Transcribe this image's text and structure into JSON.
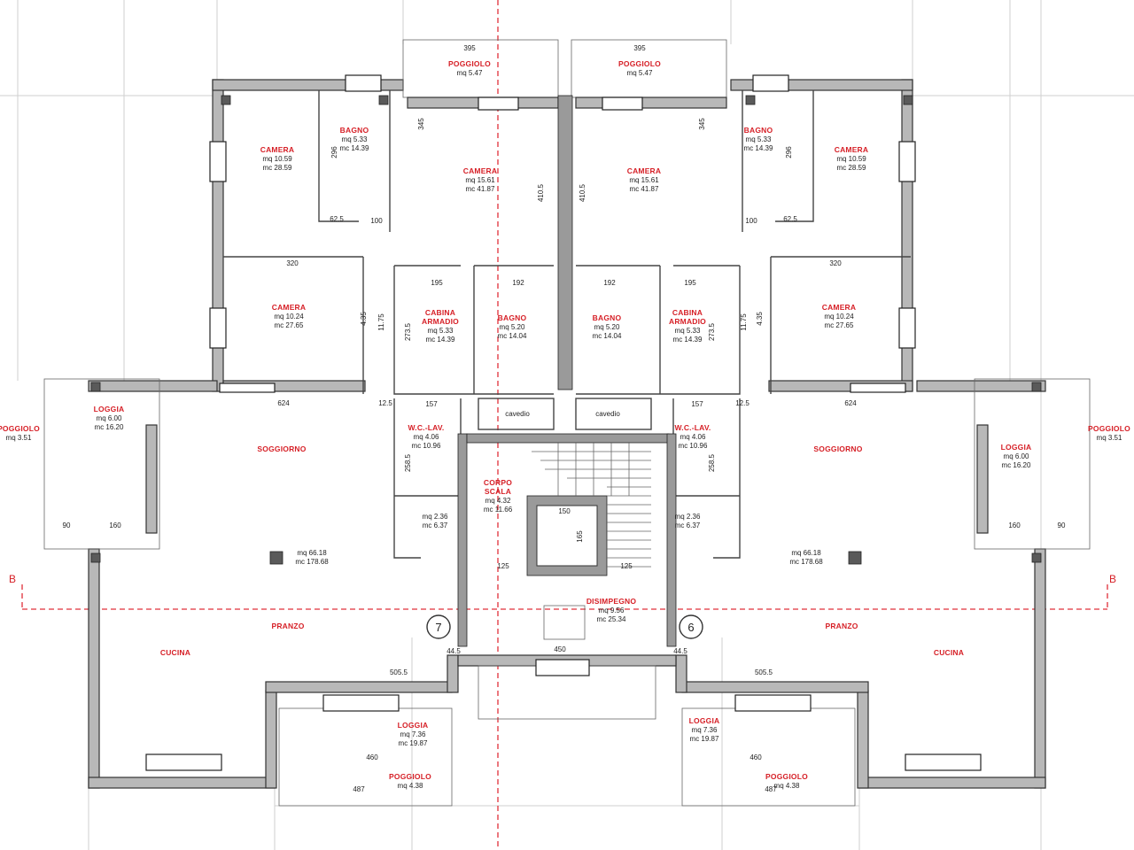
{
  "axis_labels": [
    "B",
    "B"
  ],
  "grid_markers": [
    "7",
    "6"
  ],
  "rooms": [
    {
      "id": "poggiolo-top-left",
      "title": "POGGIOLO",
      "lines": [
        "mq 5.47"
      ]
    },
    {
      "id": "poggiolo-top-right",
      "title": "POGGIOLO",
      "lines": [
        "mq 5.47"
      ]
    },
    {
      "id": "camera-nw",
      "title": "CAMERA",
      "lines": [
        "mq 10.59",
        "mc 28.59"
      ]
    },
    {
      "id": "bagno-nw",
      "title": "BAGNO",
      "lines": [
        "mq 5.33",
        "mc 14.39"
      ]
    },
    {
      "id": "camera-n-left",
      "title": "CAMERA",
      "lines": [
        "mq 15.61",
        "mc 41.87"
      ]
    },
    {
      "id": "camera-n-right",
      "title": "CAMERA",
      "lines": [
        "mq 15.61",
        "mc 41.87"
      ]
    },
    {
      "id": "bagno-ne",
      "title": "BAGNO",
      "lines": [
        "mq 5.33",
        "mc 14.39"
      ]
    },
    {
      "id": "camera-ne",
      "title": "CAMERA",
      "lines": [
        "mq 10.59",
        "mc 28.59"
      ]
    },
    {
      "id": "camera-w",
      "title": "CAMERA",
      "lines": [
        "mq 10.24",
        "mc 27.65"
      ]
    },
    {
      "id": "cabina-left",
      "title": "CABINA",
      "title2": "ARMADIO",
      "lines": [
        "mq 5.33",
        "mc 14.39"
      ]
    },
    {
      "id": "bagno-mid-left",
      "title": "BAGNO",
      "lines": [
        "mq 5.20",
        "mc 14.04"
      ]
    },
    {
      "id": "bagno-mid-right",
      "title": "BAGNO",
      "lines": [
        "mq 5.20",
        "mc 14.04"
      ]
    },
    {
      "id": "cabina-right",
      "title": "CABINA",
      "title2": "ARMADIO",
      "lines": [
        "mq 5.33",
        "mc 14.39"
      ]
    },
    {
      "id": "camera-e",
      "title": "CAMERA",
      "lines": [
        "mq 10.24",
        "mc 27.65"
      ]
    },
    {
      "id": "loggia-w",
      "title": "LOGGIA",
      "lines": [
        "mq 6.00",
        "mc 16.20"
      ]
    },
    {
      "id": "loggia-e",
      "title": "LOGGIA",
      "lines": [
        "mq 6.00",
        "mc 16.20"
      ]
    },
    {
      "id": "poggiolo-w",
      "title": "POGGIOLO",
      "lines": [
        "mq 3.51"
      ]
    },
    {
      "id": "poggiolo-e",
      "title": "POGGIOLO",
      "lines": [
        "mq 3.51"
      ]
    },
    {
      "id": "wc-left",
      "title": "W.C.-LAV.",
      "lines": [
        "mq 4.06",
        "mc 10.96"
      ]
    },
    {
      "id": "wc-right",
      "title": "W.C.-LAV.",
      "lines": [
        "mq 4.06",
        "mc 10.96"
      ]
    },
    {
      "id": "rip-left",
      "title": "",
      "lines": [
        "mq 2.36",
        "mc 6.37"
      ]
    },
    {
      "id": "rip-right",
      "title": "",
      "lines": [
        "mq 2.36",
        "mc 6.37"
      ]
    },
    {
      "id": "corpo-scala",
      "title": "CORPO",
      "title2": "SCALA",
      "lines": [
        "mq 4.32",
        "mc 11.66"
      ]
    },
    {
      "id": "disimpegno",
      "title": "DISIMPEGNO",
      "lines": [
        "mq 9.56",
        "mc 25.34"
      ]
    },
    {
      "id": "soggiorno-w",
      "title": "SOGGIORNO",
      "lines": []
    },
    {
      "id": "soggiorno-e",
      "title": "SOGGIORNO",
      "lines": []
    },
    {
      "id": "living-area-w",
      "title": "",
      "lines": [
        "mq 66.18",
        "mc 178.68"
      ]
    },
    {
      "id": "living-area-e",
      "title": "",
      "lines": [
        "mq 66.18",
        "mc 178.68"
      ]
    },
    {
      "id": "pranzo-w",
      "title": "PRANZO",
      "lines": []
    },
    {
      "id": "pranzo-e",
      "title": "PRANZO",
      "lines": []
    },
    {
      "id": "cucina-w",
      "title": "CUCINA",
      "lines": []
    },
    {
      "id": "cucina-e",
      "title": "CUCINA",
      "lines": []
    },
    {
      "id": "loggia-sw",
      "title": "LOGGIA",
      "lines": [
        "mq 7.36",
        "mc 19.87"
      ]
    },
    {
      "id": "loggia-se",
      "title": "LOGGIA",
      "lines": [
        "mq 7.36",
        "mc 19.87"
      ]
    },
    {
      "id": "poggiolo-sw",
      "title": "POGGIOLO",
      "lines": [
        "mq 4.38"
      ]
    },
    {
      "id": "poggiolo-se",
      "title": "POGGIOLO",
      "lines": [
        "mq 4.38"
      ]
    },
    {
      "id": "cavedio-left",
      "title": "",
      "lines": [
        "cavedio"
      ]
    },
    {
      "id": "cavedio-right",
      "title": "",
      "lines": [
        "cavedio"
      ]
    }
  ],
  "dimensions": [
    "395",
    "395",
    "624",
    "624",
    "320",
    "320",
    "195",
    "192",
    "192",
    "195",
    "157",
    "157",
    "505.5",
    "505.5",
    "450",
    "44.5",
    "44.5",
    "460",
    "460",
    "487",
    "487",
    "160",
    "160",
    "90",
    "90",
    "12.5",
    "12.5",
    "410.5",
    "410.5",
    "273.5",
    "273.5",
    "258.5",
    "258.5",
    "150",
    "165",
    "125",
    "125",
    "62.5",
    "62.5",
    "100",
    "100",
    "296",
    "296",
    "345",
    "345",
    "4.35",
    "4.35",
    "11.75",
    "11.75"
  ]
}
